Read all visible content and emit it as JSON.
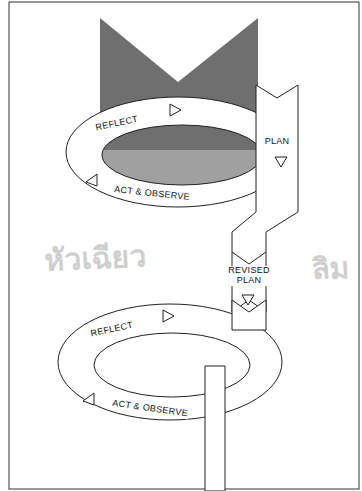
{
  "diagram": {
    "labels": [
      "REFLECT",
      "PLAN",
      "ACT & OBSERVE",
      "REVISED PLAN",
      "REFLECT",
      "ACT & OBSERVE",
      "หัวเฉียว",
      "ลิม"
    ]
  }
}
